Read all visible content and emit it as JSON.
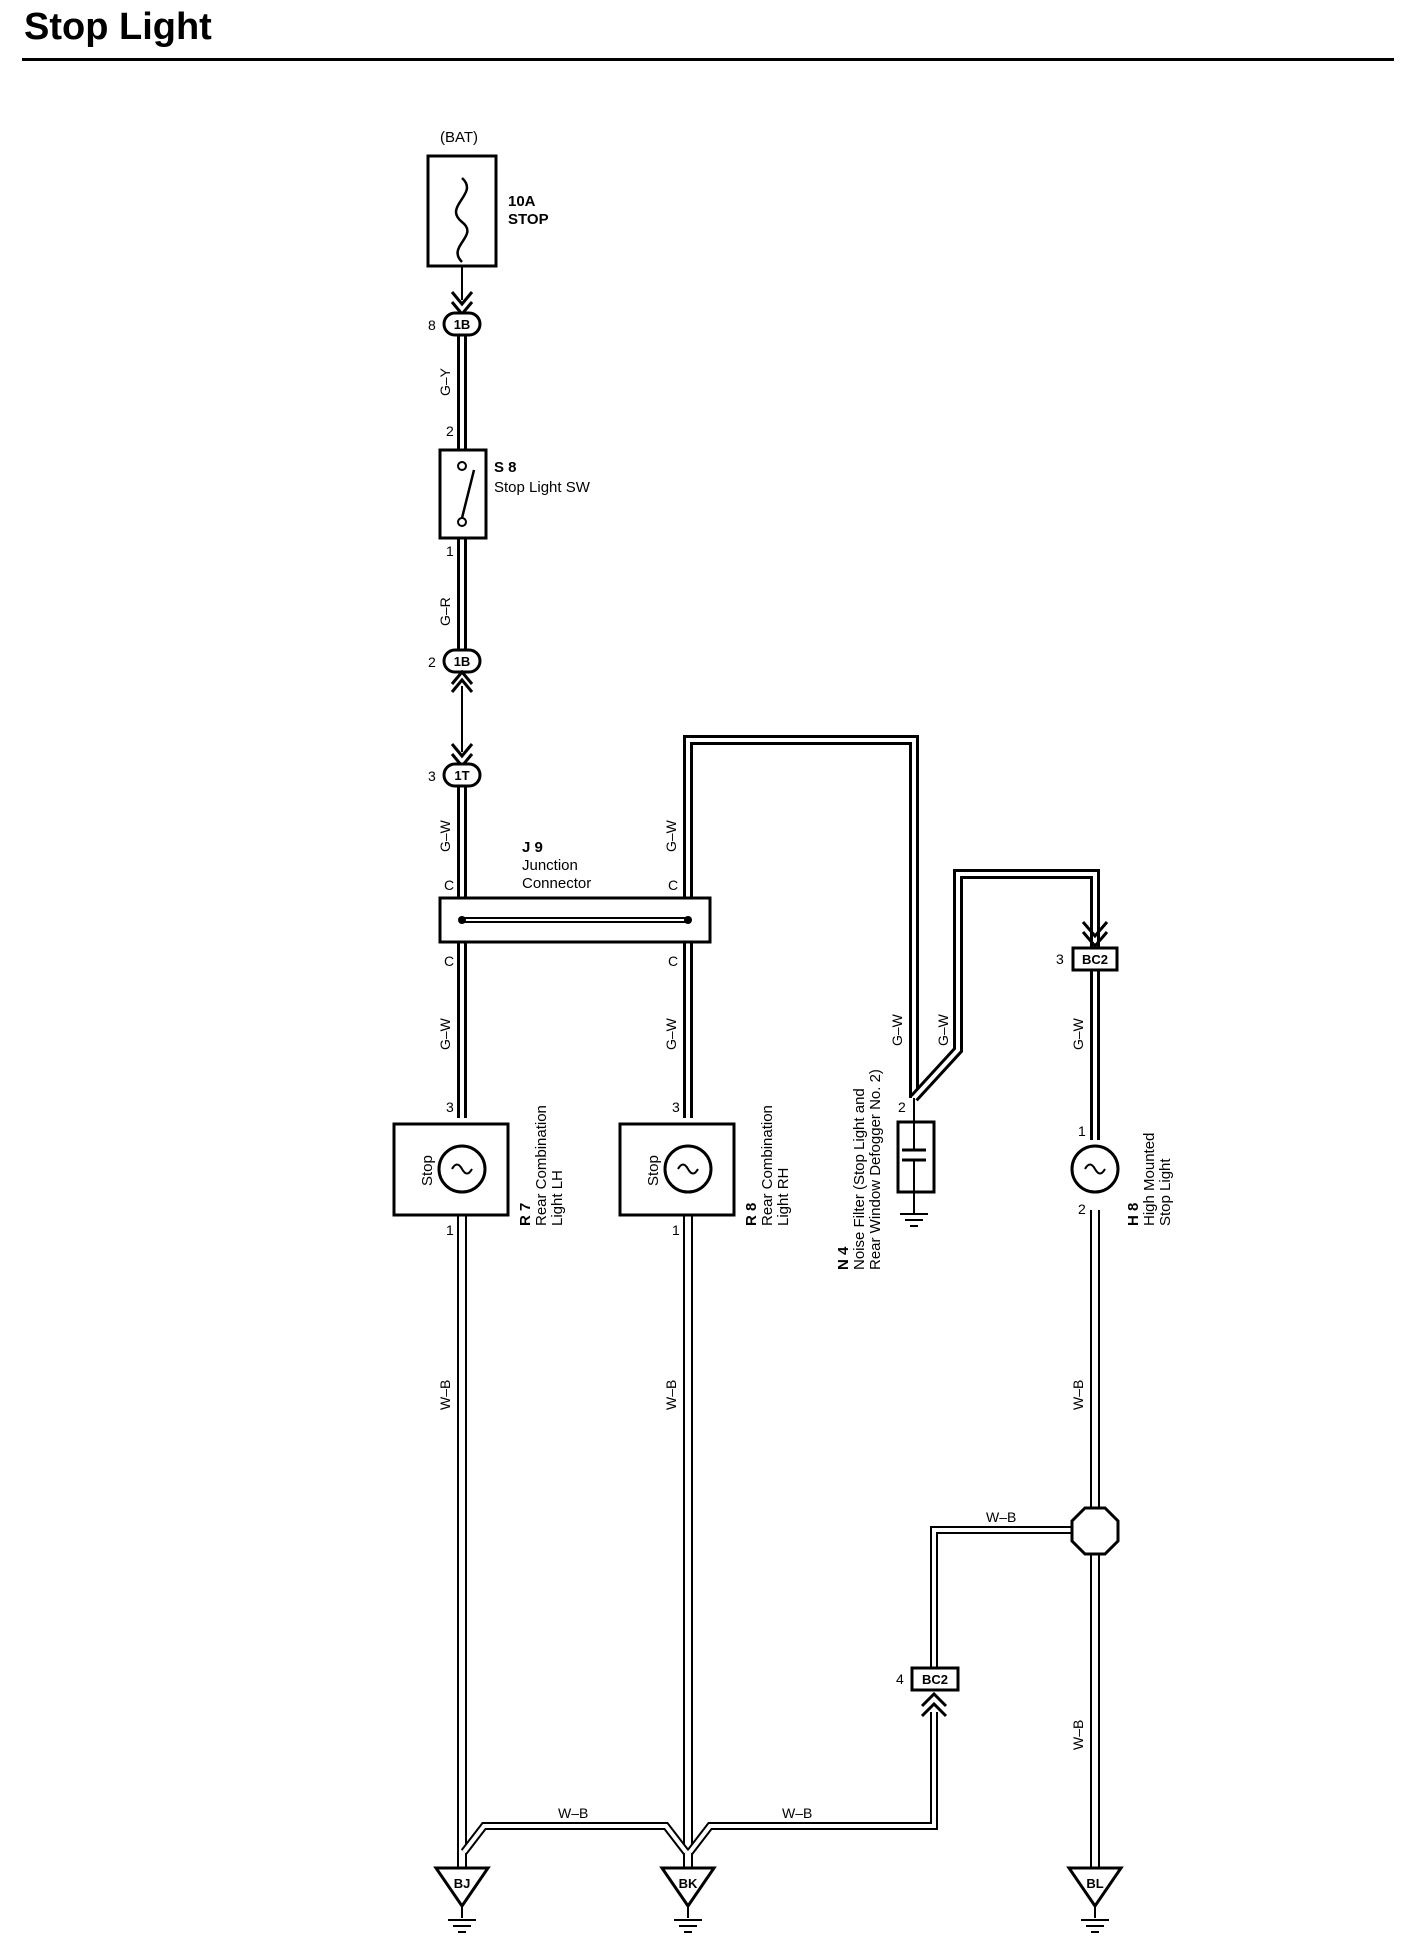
{
  "title": "Stop Light",
  "power": {
    "source": "(BAT)",
    "fuse_rating": "10A",
    "fuse_name": "STOP"
  },
  "connectors": {
    "c1b_top": {
      "id": "1B",
      "pin": "8"
    },
    "c1b_bot": {
      "id": "1B",
      "pin": "2"
    },
    "c1t": {
      "id": "1T",
      "pin": "3"
    },
    "bc2_top": {
      "id": "BC2",
      "pin": "3"
    },
    "bc2_bot": {
      "id": "BC2",
      "pin": "4"
    }
  },
  "components": {
    "s8": {
      "code": "S 8",
      "name": "Stop Light SW",
      "pin_top": "2",
      "pin_bottom": "1"
    },
    "j9": {
      "code": "J 9",
      "name_line1": "Junction",
      "name_line2": "Connector",
      "pin": "C"
    },
    "r7": {
      "code": "R 7",
      "name_line1": "Rear Combination",
      "name_line2": "Light LH",
      "bulb": "Stop",
      "pin_top": "3",
      "pin_bottom": "1"
    },
    "r8": {
      "code": "R 8",
      "name_line1": "Rear Combination",
      "name_line2": "Light RH",
      "bulb": "Stop",
      "pin_top": "3",
      "pin_bottom": "1"
    },
    "n4": {
      "code": "N 4",
      "name_line1": "Noise Filter (Stop Light and",
      "name_line2": "Rear Window Defogger No. 2)",
      "pin": "2"
    },
    "h8": {
      "code": "H 8",
      "name_line1": "High Mounted",
      "name_line2": "Stop Light",
      "pin_top": "1",
      "pin_bottom": "2"
    }
  },
  "wires": {
    "gy": "G–Y",
    "gr": "G–R",
    "gw": "G–W",
    "wb": "W–B"
  },
  "grounds": {
    "bj": "BJ",
    "bk": "BK",
    "bl": "BL"
  }
}
